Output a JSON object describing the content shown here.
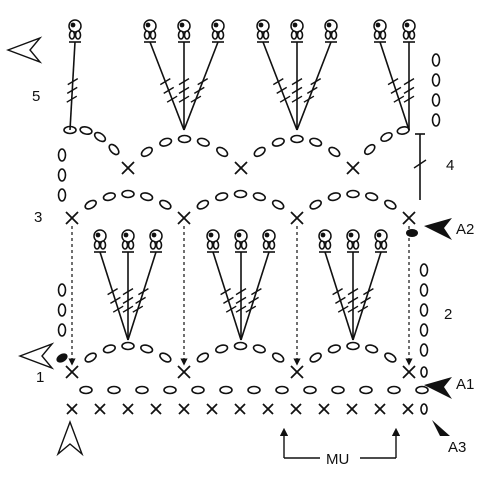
{
  "diagram": {
    "row_labels": [
      "1",
      "2",
      "3",
      "4",
      "5"
    ],
    "markers": [
      "A1",
      "A2",
      "A3"
    ],
    "repeat_label": "MU"
  }
}
